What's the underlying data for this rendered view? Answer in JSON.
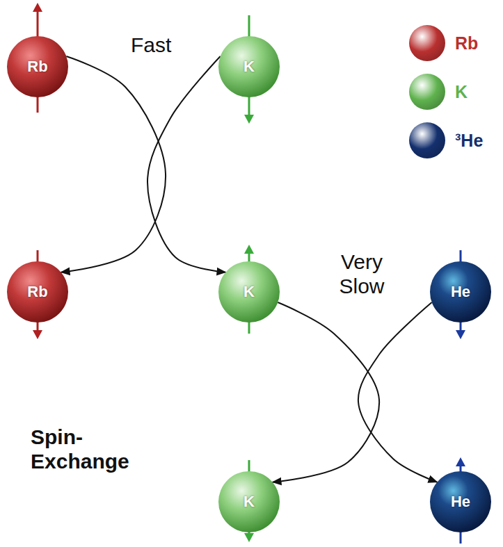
{
  "diagram": {
    "nodes": [
      {
        "text": [
          "Rb"
        ]
      },
      {
        "text": [
          "K"
        ]
      },
      {
        "text": [
          "Rb"
        ]
      },
      {
        "text": [
          "K"
        ]
      },
      {
        "text": [
          "He"
        ]
      },
      {
        "text": [
          "K"
        ]
      },
      {
        "text": [
          "He"
        ]
      }
    ],
    "edges": [
      {
        "from": 0,
        "to": 2,
        "arrow": "to"
      },
      {
        "from": 1,
        "to": 3,
        "arrow": "to"
      },
      {
        "from": 3,
        "to": 5,
        "arrow": "to"
      },
      {
        "from": 4,
        "to": 6,
        "arrow": "to"
      }
    ],
    "labels": [
      "Fast",
      "Very Slow",
      "Spin- Exchange"
    ],
    "legend": [
      {
        "text": "Rb",
        "color": "#b93030"
      },
      {
        "text": "K",
        "color": "#5fb24e"
      },
      {
        "text": "³He",
        "color": "#14306e"
      }
    ]
  }
}
